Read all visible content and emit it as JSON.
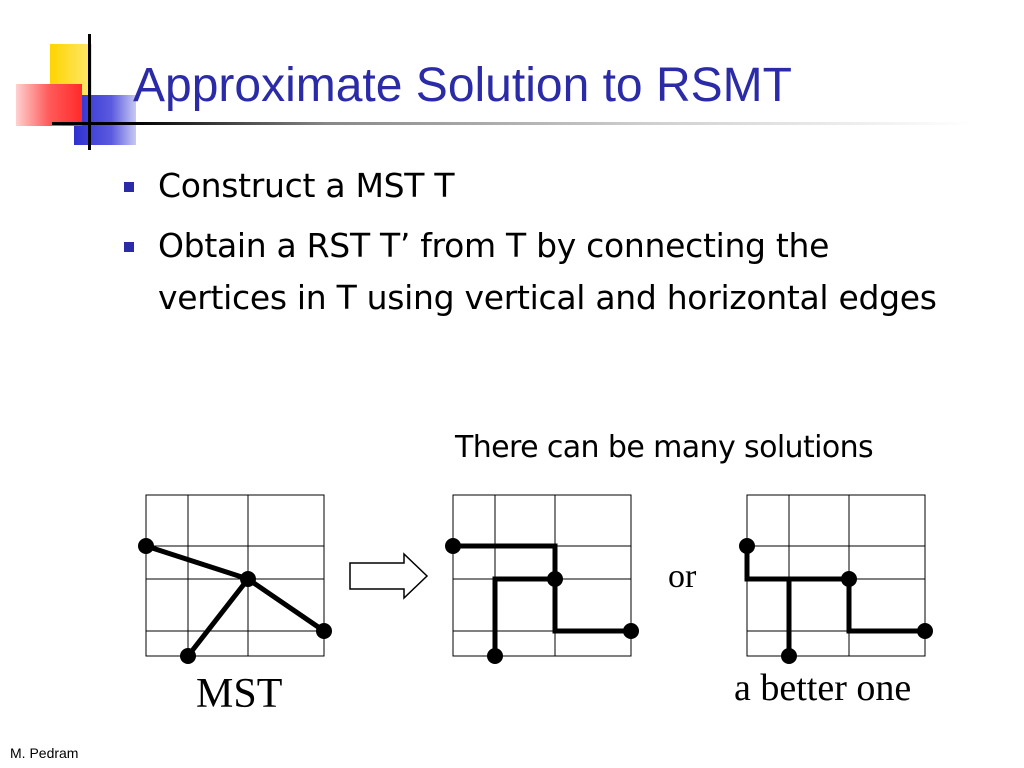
{
  "slide": {
    "title": "Approximate Solution to RSMT",
    "bullets": [
      {
        "text": "Construct a MST T"
      },
      {
        "text": "Obtain a RST T’ from T by connecting the vertices in T using vertical and horizontal edges"
      }
    ],
    "footer": "M. Pedram"
  },
  "figure": {
    "caption_top": "There can be many solutions",
    "label_mst": "MST",
    "label_or": "or",
    "label_better": "a better one"
  },
  "colors": {
    "title": "#2b2ba8",
    "bullet": "#2b2ba8",
    "logo_yellow": "#ffd700",
    "logo_red": "#ff3b3b",
    "logo_blue": "#3c3cd6"
  }
}
